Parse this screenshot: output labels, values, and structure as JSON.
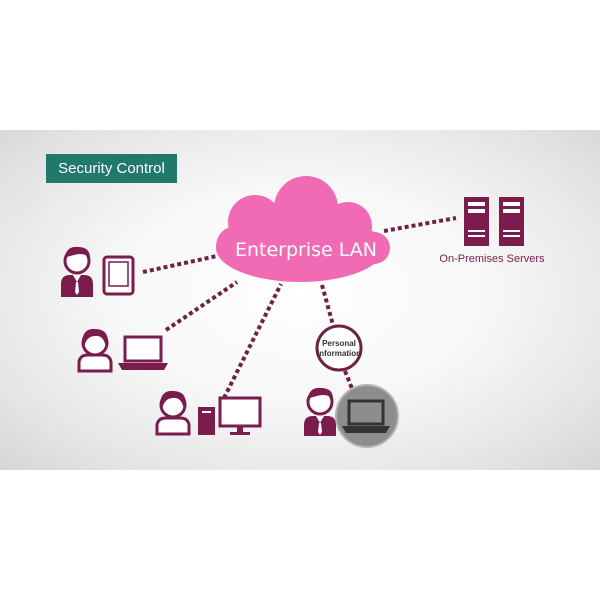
{
  "diagram": {
    "badge": "Security Control",
    "cloud": "Enterprise LAN",
    "servers_label": "On-Premises Servers",
    "personal_info_line1": "Personal",
    "personal_info_line2": "Information"
  },
  "colors": {
    "cloud": "#f06bb3",
    "accent": "#7a1c4c",
    "badge": "#22786b"
  },
  "icons": [
    "man-icon",
    "tablet-icon",
    "woman-icon",
    "laptop-icon",
    "desktop-icon",
    "server-icon"
  ]
}
